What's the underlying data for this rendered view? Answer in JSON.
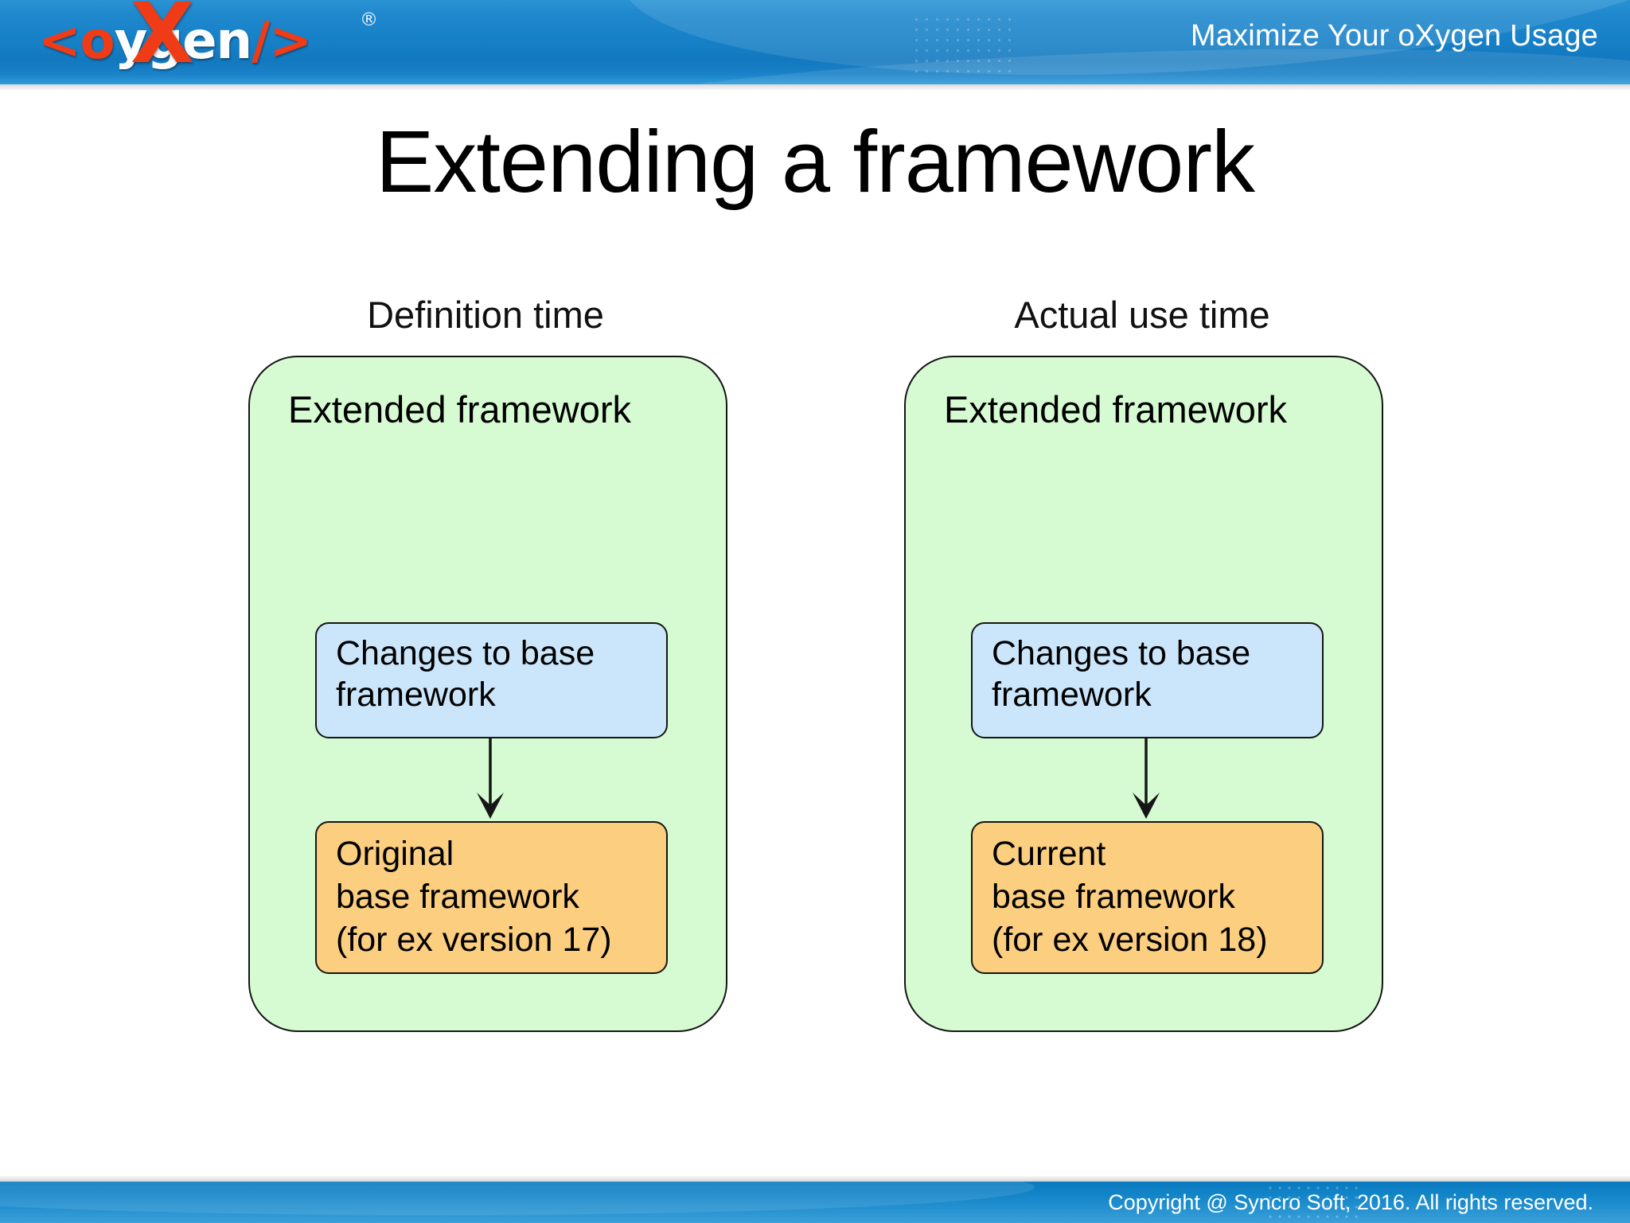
{
  "header": {
    "logo": {
      "prefix": "<o",
      "x_letter": "X",
      "suffix": "ygen/>",
      "registered": "®",
      "alt": "oXygen"
    },
    "tagline": "Maximize Your oXygen Usage"
  },
  "title": "Extending a framework",
  "diagram": {
    "columns": [
      {
        "caption": "Definition time",
        "outer_label": "Extended framework",
        "blue_box": "Changes to base framework",
        "orange_box_lines": [
          "Original",
          "base framework",
          "(for ex version 17)"
        ],
        "orange_box": "Original base framework (for ex version 17)"
      },
      {
        "caption": "Actual use time",
        "outer_label": "Extended framework",
        "blue_box": "Changes to base framework",
        "orange_box_lines": [
          "Current",
          "base framework",
          "(for ex version 18)"
        ],
        "orange_box": "Current base framework (for ex version 18)"
      }
    ],
    "colors": {
      "outer_fill": "#d6fbd2",
      "blue_fill": "#cbe6fb",
      "orange_fill": "#fbce80",
      "stroke": "#151515"
    }
  },
  "footer": {
    "copyright": "Copyright @ Syncro Soft, 2016. All rights reserved."
  },
  "theme": {
    "header_blue": "#1781c8",
    "footer_blue": "#1184c8",
    "logo_red": "#f03b17",
    "text_black": "#000000"
  }
}
